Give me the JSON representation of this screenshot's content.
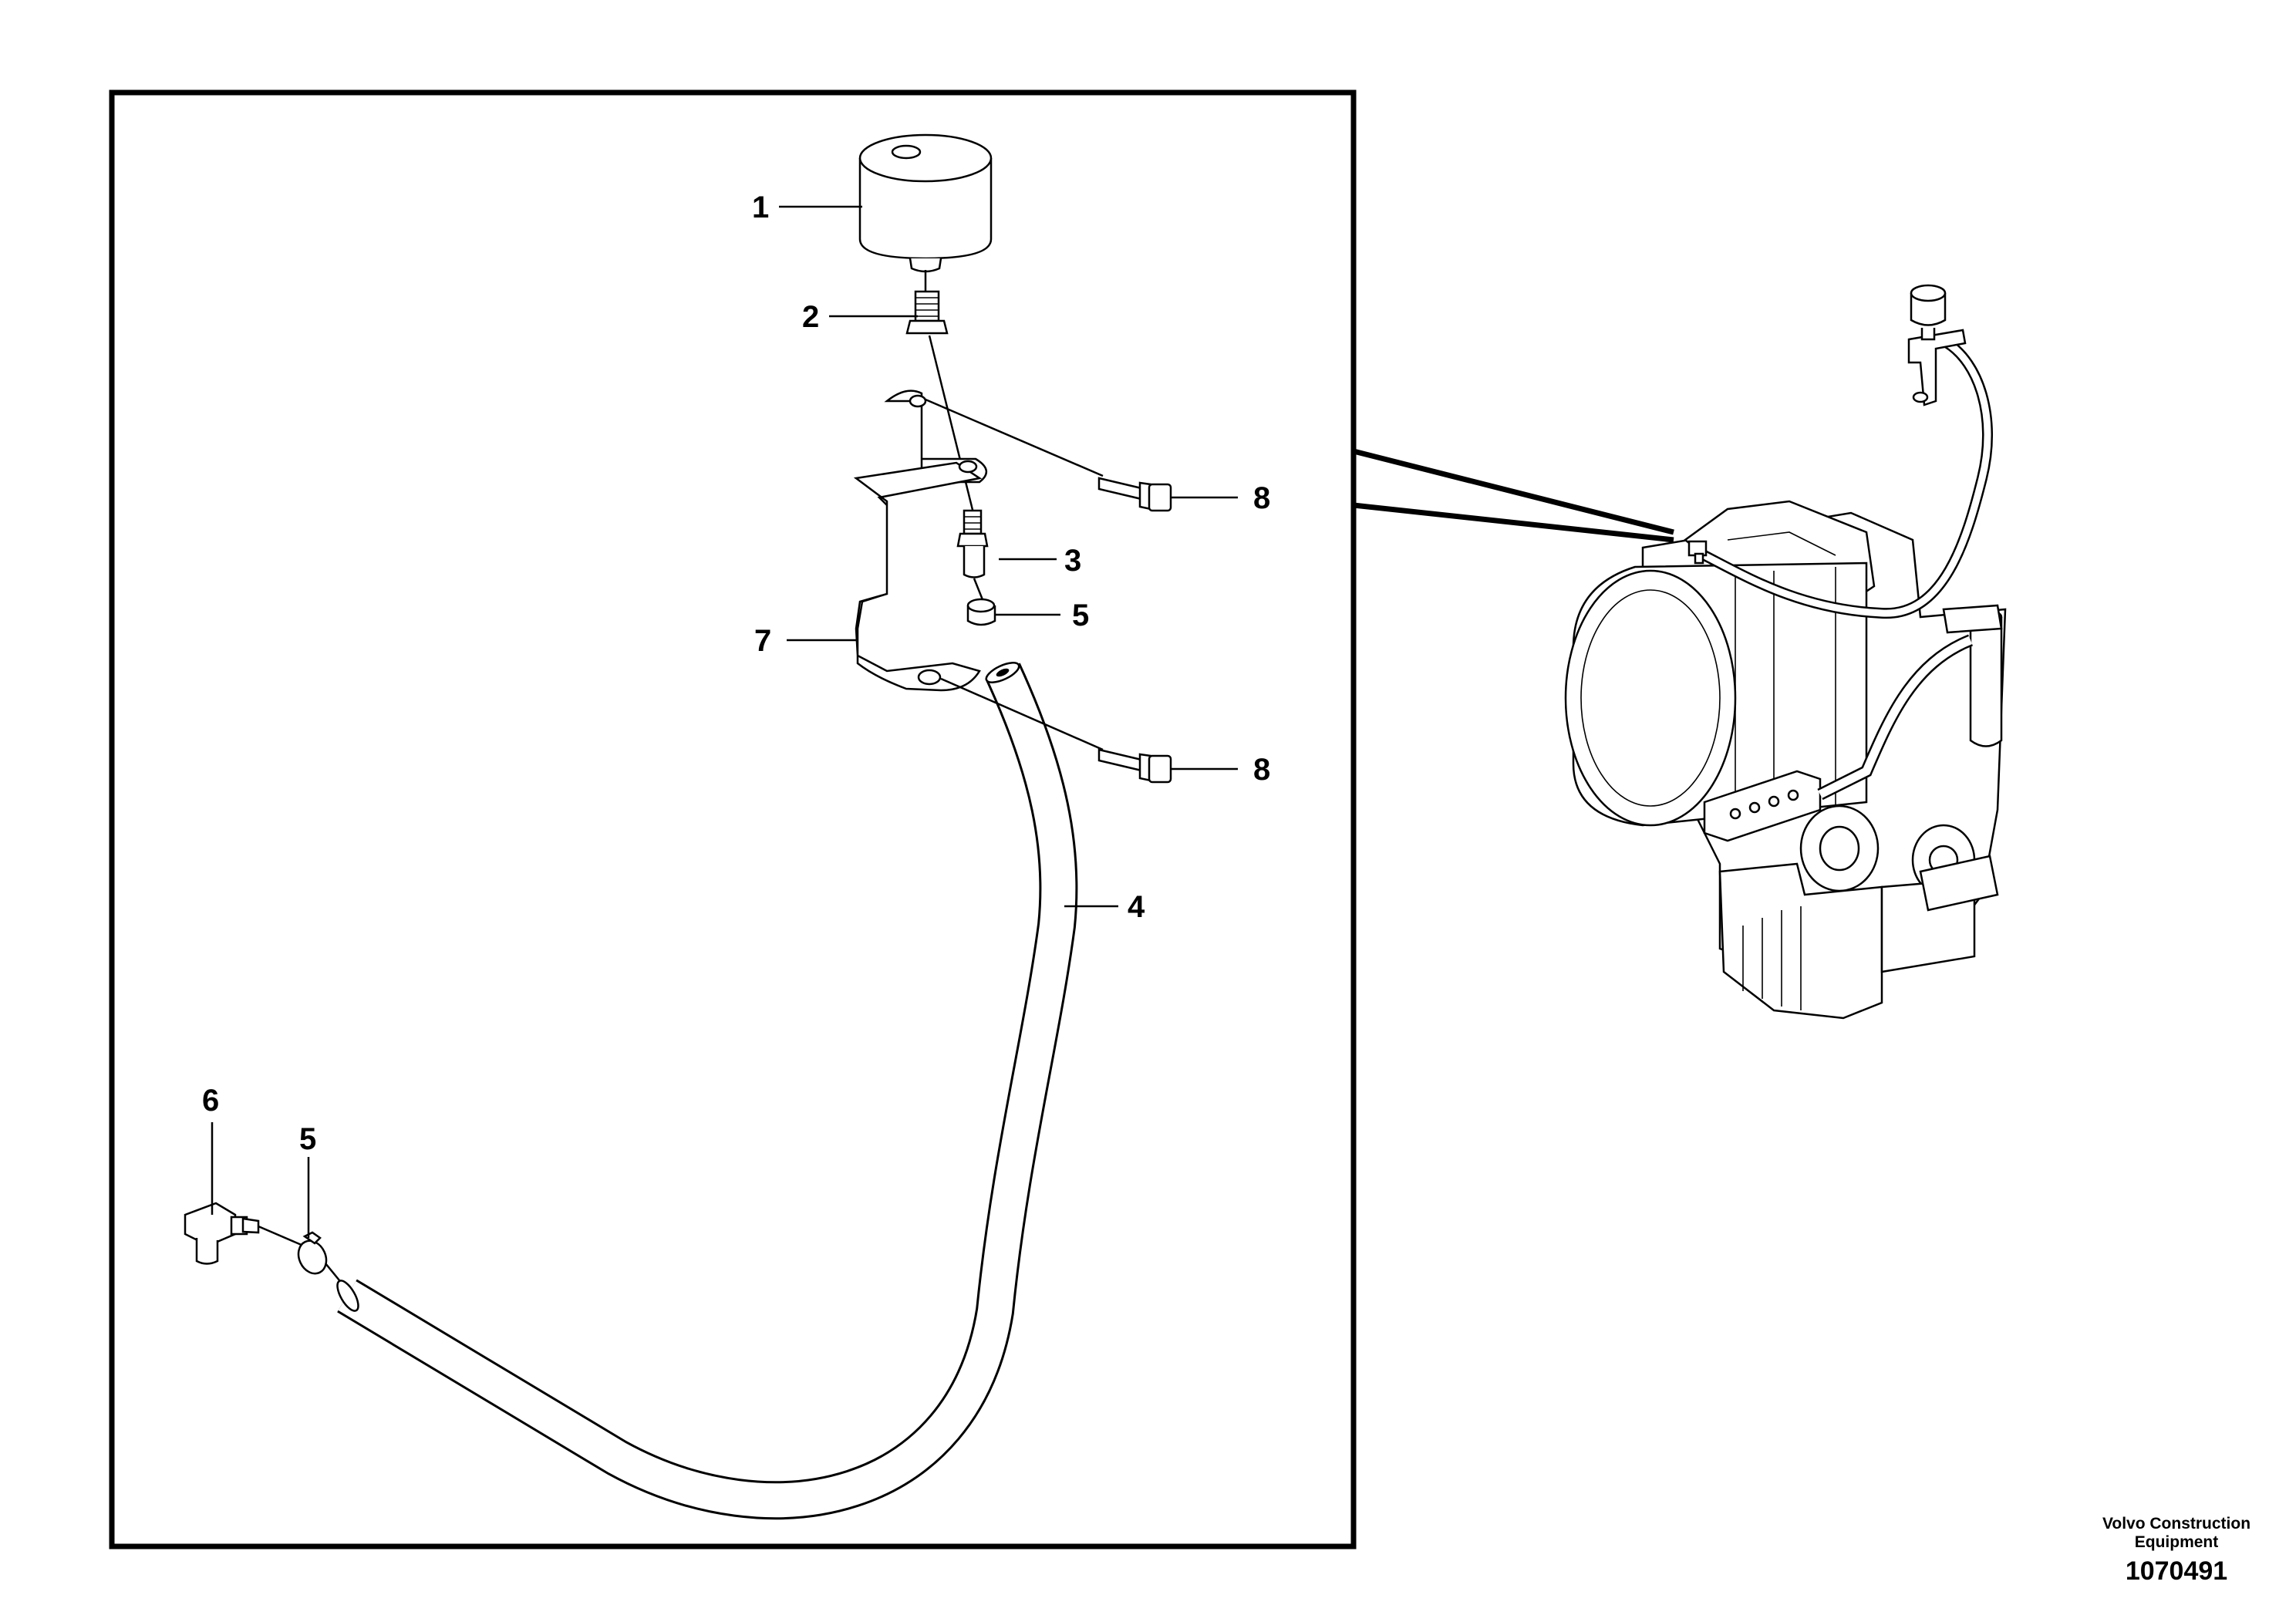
{
  "callouts": [
    {
      "id": "c1",
      "label": "1"
    },
    {
      "id": "c2",
      "label": "2"
    },
    {
      "id": "c3",
      "label": "3"
    },
    {
      "id": "c4",
      "label": "4"
    },
    {
      "id": "c5a",
      "label": "5"
    },
    {
      "id": "c5b",
      "label": "5"
    },
    {
      "id": "c6",
      "label": "6"
    },
    {
      "id": "c7",
      "label": "7"
    },
    {
      "id": "c8a",
      "label": "8"
    },
    {
      "id": "c8b",
      "label": "8"
    }
  ],
  "footer": {
    "company_line1": "Volvo Construction",
    "company_line2": "Equipment",
    "drawing_number": "1070491"
  }
}
